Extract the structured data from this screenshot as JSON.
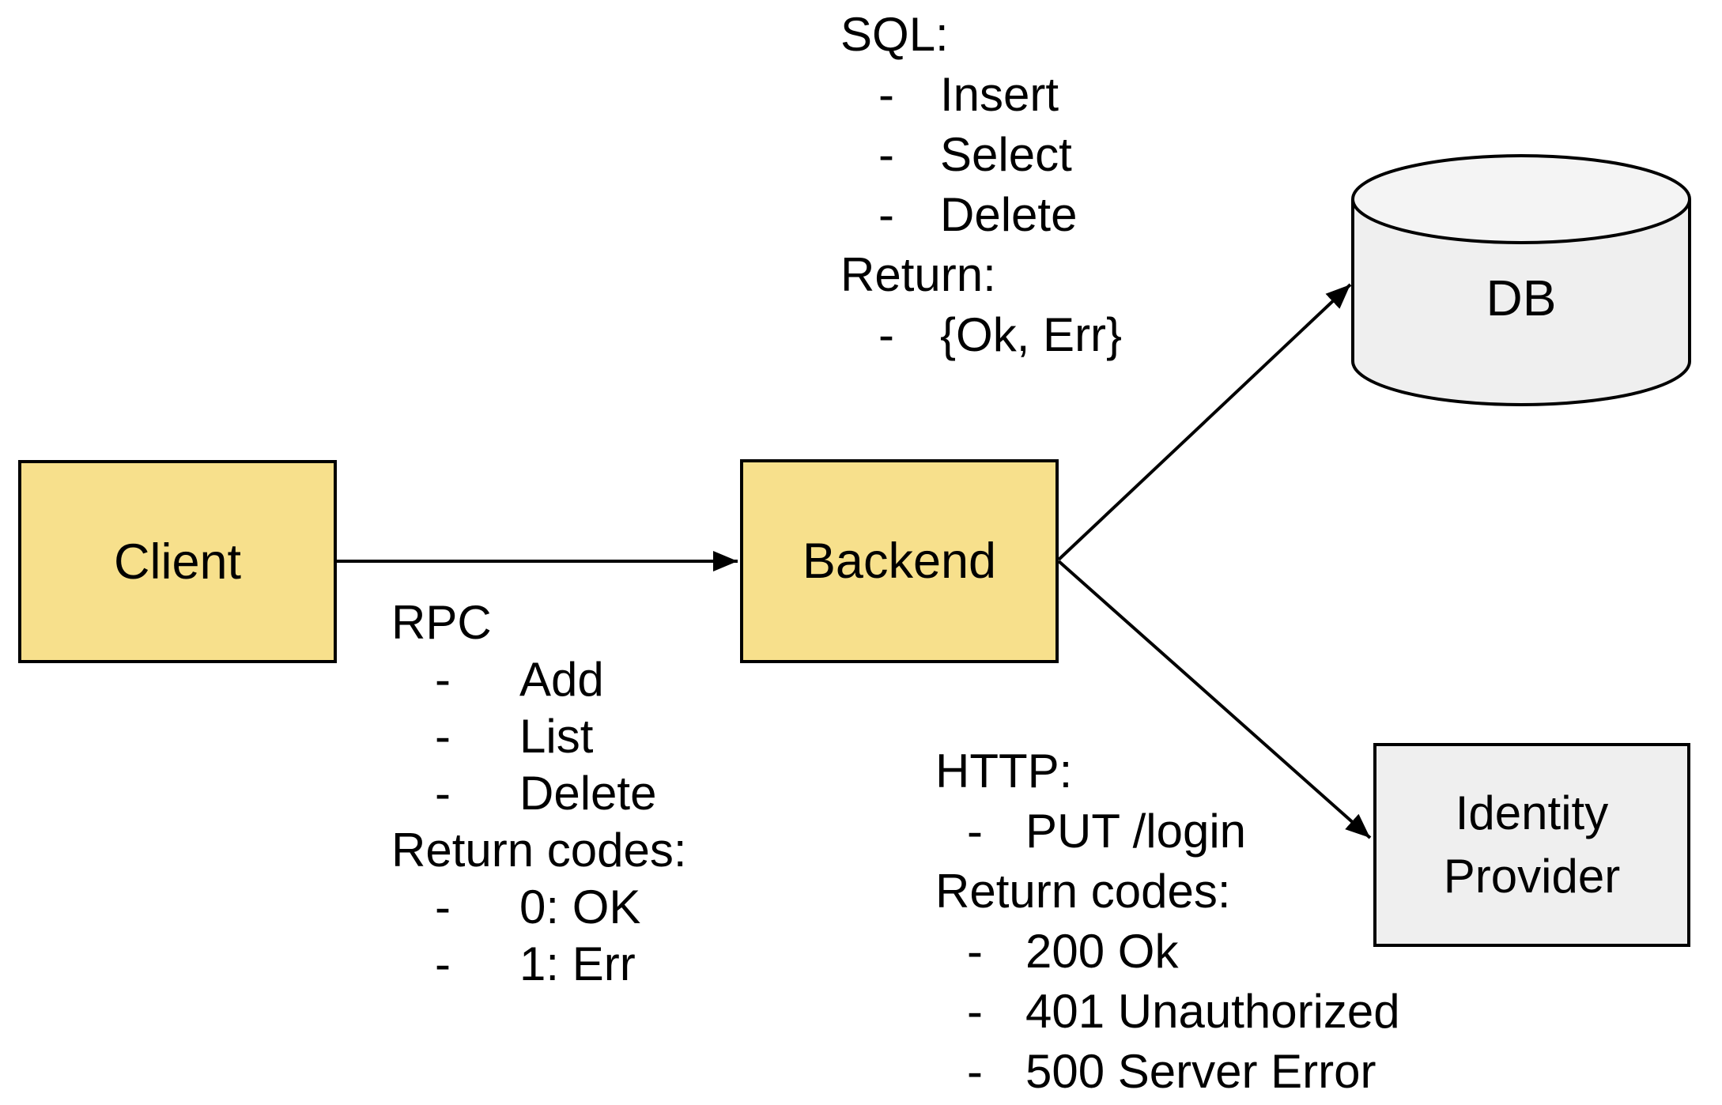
{
  "ui": {
    "bullet": "-"
  },
  "colors": {
    "background": "#FFFFFF",
    "text": "#000000",
    "stroke": "#000000",
    "node_fill_yellow": "#F7E08C",
    "node_fill_gray": "#EFEFEF",
    "cylinder_top_fill": "#F4F4F4"
  },
  "nodes": {
    "client": {
      "label": "Client",
      "shape": "rectangle"
    },
    "backend": {
      "label": "Backend",
      "shape": "rectangle"
    },
    "db": {
      "label": "DB",
      "shape": "cylinder"
    },
    "identity_provider": {
      "label": "Identity Provider",
      "lines": [
        "Identity",
        "Provider"
      ],
      "shape": "rectangle"
    }
  },
  "edges": [
    {
      "name": "client-to-backend",
      "from": "Client",
      "to": "Backend"
    },
    {
      "name": "backend-to-db",
      "from": "Backend",
      "to": "DB"
    },
    {
      "name": "backend-to-identity-provider",
      "from": "Backend",
      "to": "Identity Provider"
    }
  ],
  "annotations": {
    "rpc": {
      "heading": "RPC",
      "items": [
        "Add",
        "List",
        "Delete"
      ],
      "subheading": "Return codes:",
      "return_items": [
        "0: OK",
        "1: Err"
      ]
    },
    "sql": {
      "heading": "SQL:",
      "items": [
        "Insert",
        "Select",
        "Delete"
      ],
      "subheading": "Return:",
      "return_items": [
        "{Ok, Err}"
      ]
    },
    "http": {
      "heading": "HTTP:",
      "items": [
        "PUT /login"
      ],
      "subheading": "Return codes:",
      "return_items": [
        "200 Ok",
        "401 Unauthorized",
        "500 Server Error"
      ]
    }
  }
}
